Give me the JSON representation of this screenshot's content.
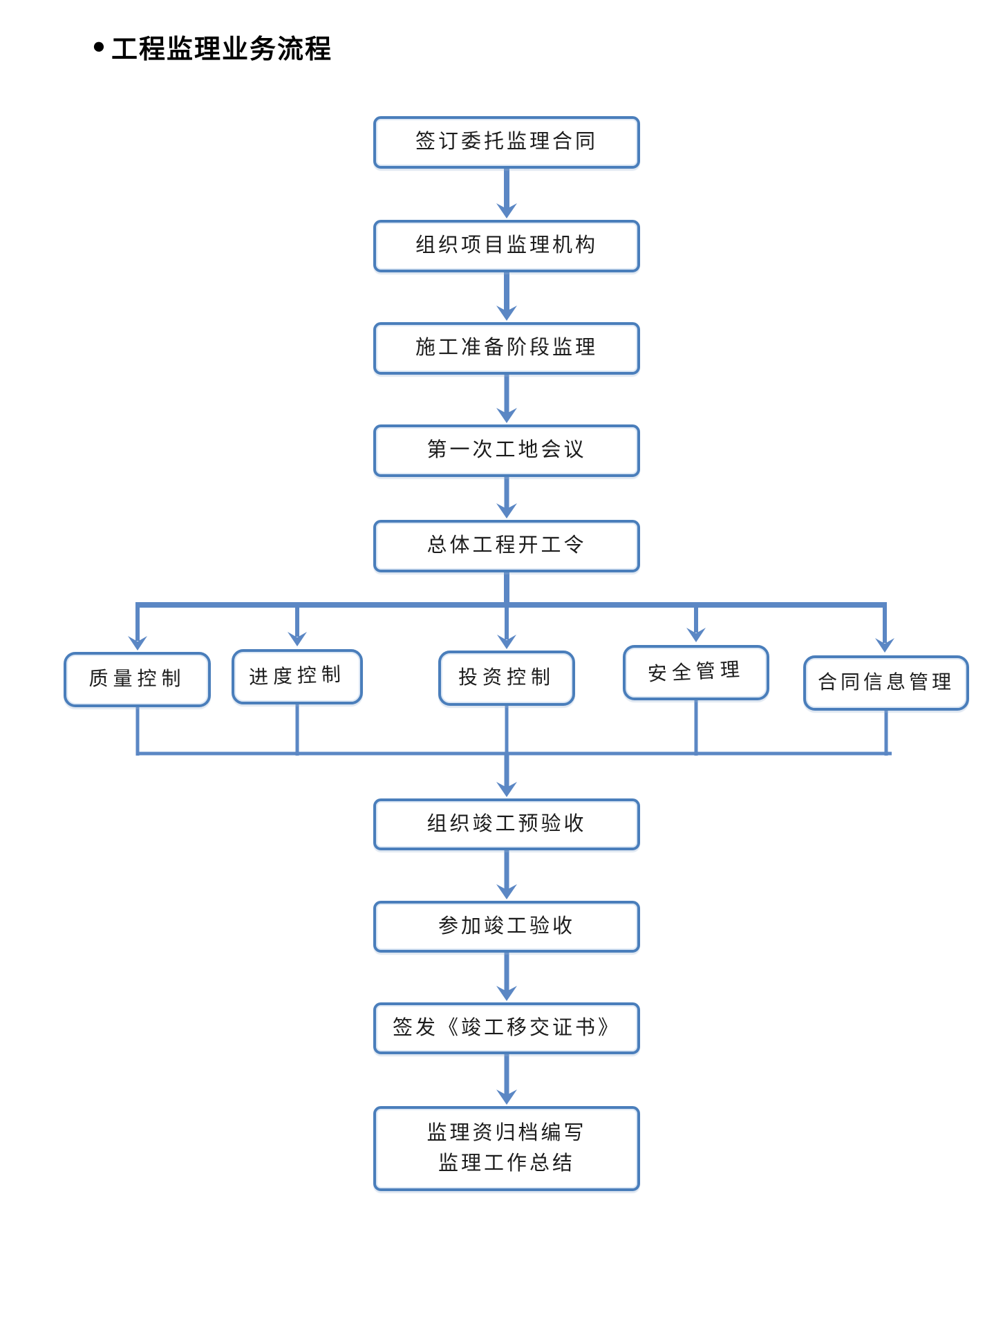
{
  "page": {
    "bullet": "●",
    "title": "工程监理业务流程"
  },
  "flowchart": {
    "main_sequence": [
      {
        "label": "签订委托监理合同"
      },
      {
        "label": "组织项目监理机构"
      },
      {
        "label": "施工准备阶段监理"
      },
      {
        "label": "第一次工地会议"
      },
      {
        "label": "总体工程开工令"
      }
    ],
    "parallel_controls": [
      {
        "label": "质量控制"
      },
      {
        "label": "进度控制"
      },
      {
        "label": "投资控制"
      },
      {
        "label": "安全管理"
      },
      {
        "label": "合同信息管理"
      }
    ],
    "closing_sequence": [
      {
        "label": "组织竣工预验收"
      },
      {
        "label": "参加竣工验收"
      },
      {
        "label": "签发《竣工移交证书》"
      },
      {
        "label": "监理资归档编写\n监理工作总结"
      }
    ]
  },
  "colors": {
    "box_border": "#4a7ebb",
    "connector": "#5b87c4",
    "text": "#1c1c1c",
    "title": "#000000"
  }
}
